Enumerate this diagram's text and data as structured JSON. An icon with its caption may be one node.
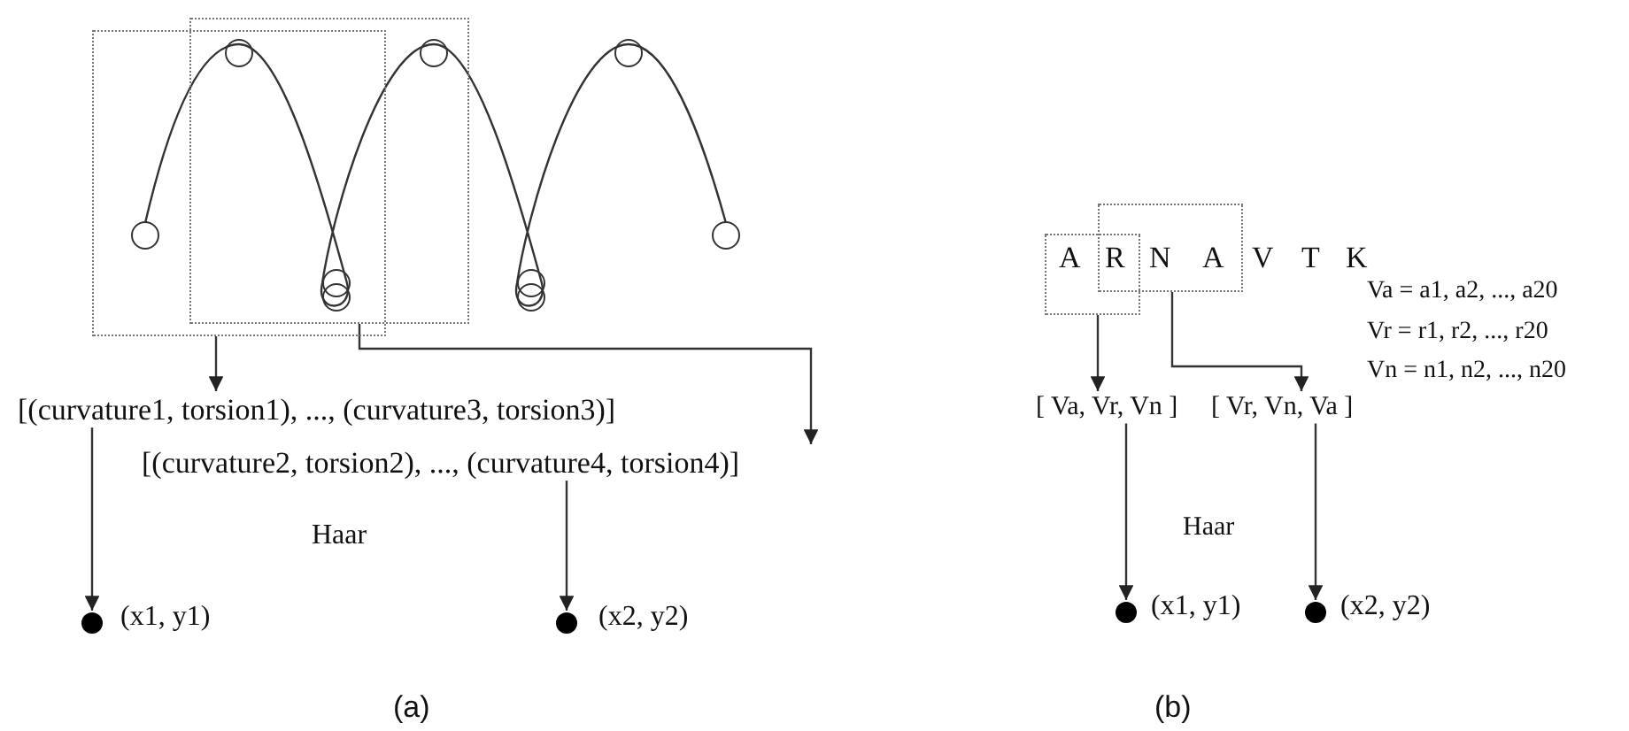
{
  "diagram": {
    "nodes": [
      {
        "text": [],
        "shape": "box"
      },
      {
        "text": [],
        "shape": "box"
      },
      {
        "text": [
          "[(curvature1, torsion1), ..., (curvature3, torsion3)]"
        ]
      },
      {
        "text": [
          "[(curvature2, torsion2), ..., (curvature4, torsion4)]"
        ]
      },
      {
        "text": [],
        "shape": "circle",
        "beside": [
          "(x1, y1)"
        ]
      },
      {
        "text": [],
        "shape": "circle",
        "beside": [
          "(x2, y2)"
        ]
      },
      {
        "text": [],
        "shape": "box"
      },
      {
        "text": [],
        "shape": "box"
      },
      {
        "text": [
          "[ Va, Vr, Vn ]"
        ]
      },
      {
        "text": [
          "[ Vr, Vn, Va ]"
        ]
      },
      {
        "text": [],
        "shape": "circle",
        "beside": [
          "(x1, y1)"
        ]
      },
      {
        "text": [],
        "shape": "circle",
        "beside": [
          "(x2, y2)"
        ]
      }
    ],
    "edges": [
      {
        "from": 0,
        "to": 2,
        "arrow": "to"
      },
      {
        "from": 1,
        "to": 3,
        "arrow": "to"
      },
      {
        "from": 2,
        "to": 4,
        "arrow": "to"
      },
      {
        "from": 3,
        "to": 5,
        "arrow": "to"
      },
      {
        "from": 6,
        "to": 8,
        "arrow": "to"
      },
      {
        "from": 7,
        "to": 9,
        "arrow": "to"
      },
      {
        "from": 8,
        "to": 10,
        "arrow": "to"
      },
      {
        "from": 9,
        "to": 11,
        "arrow": "to"
      }
    ],
    "labels": [
      "A",
      "R",
      "N",
      "A",
      "V",
      "T",
      "K",
      "Va = a1, a2, ..., a20",
      "Vr = r1, r2, ..., r20",
      "Vn = n1, n2, ..., n20",
      "Haar",
      "Haar",
      "(a)",
      "(b)"
    ]
  }
}
